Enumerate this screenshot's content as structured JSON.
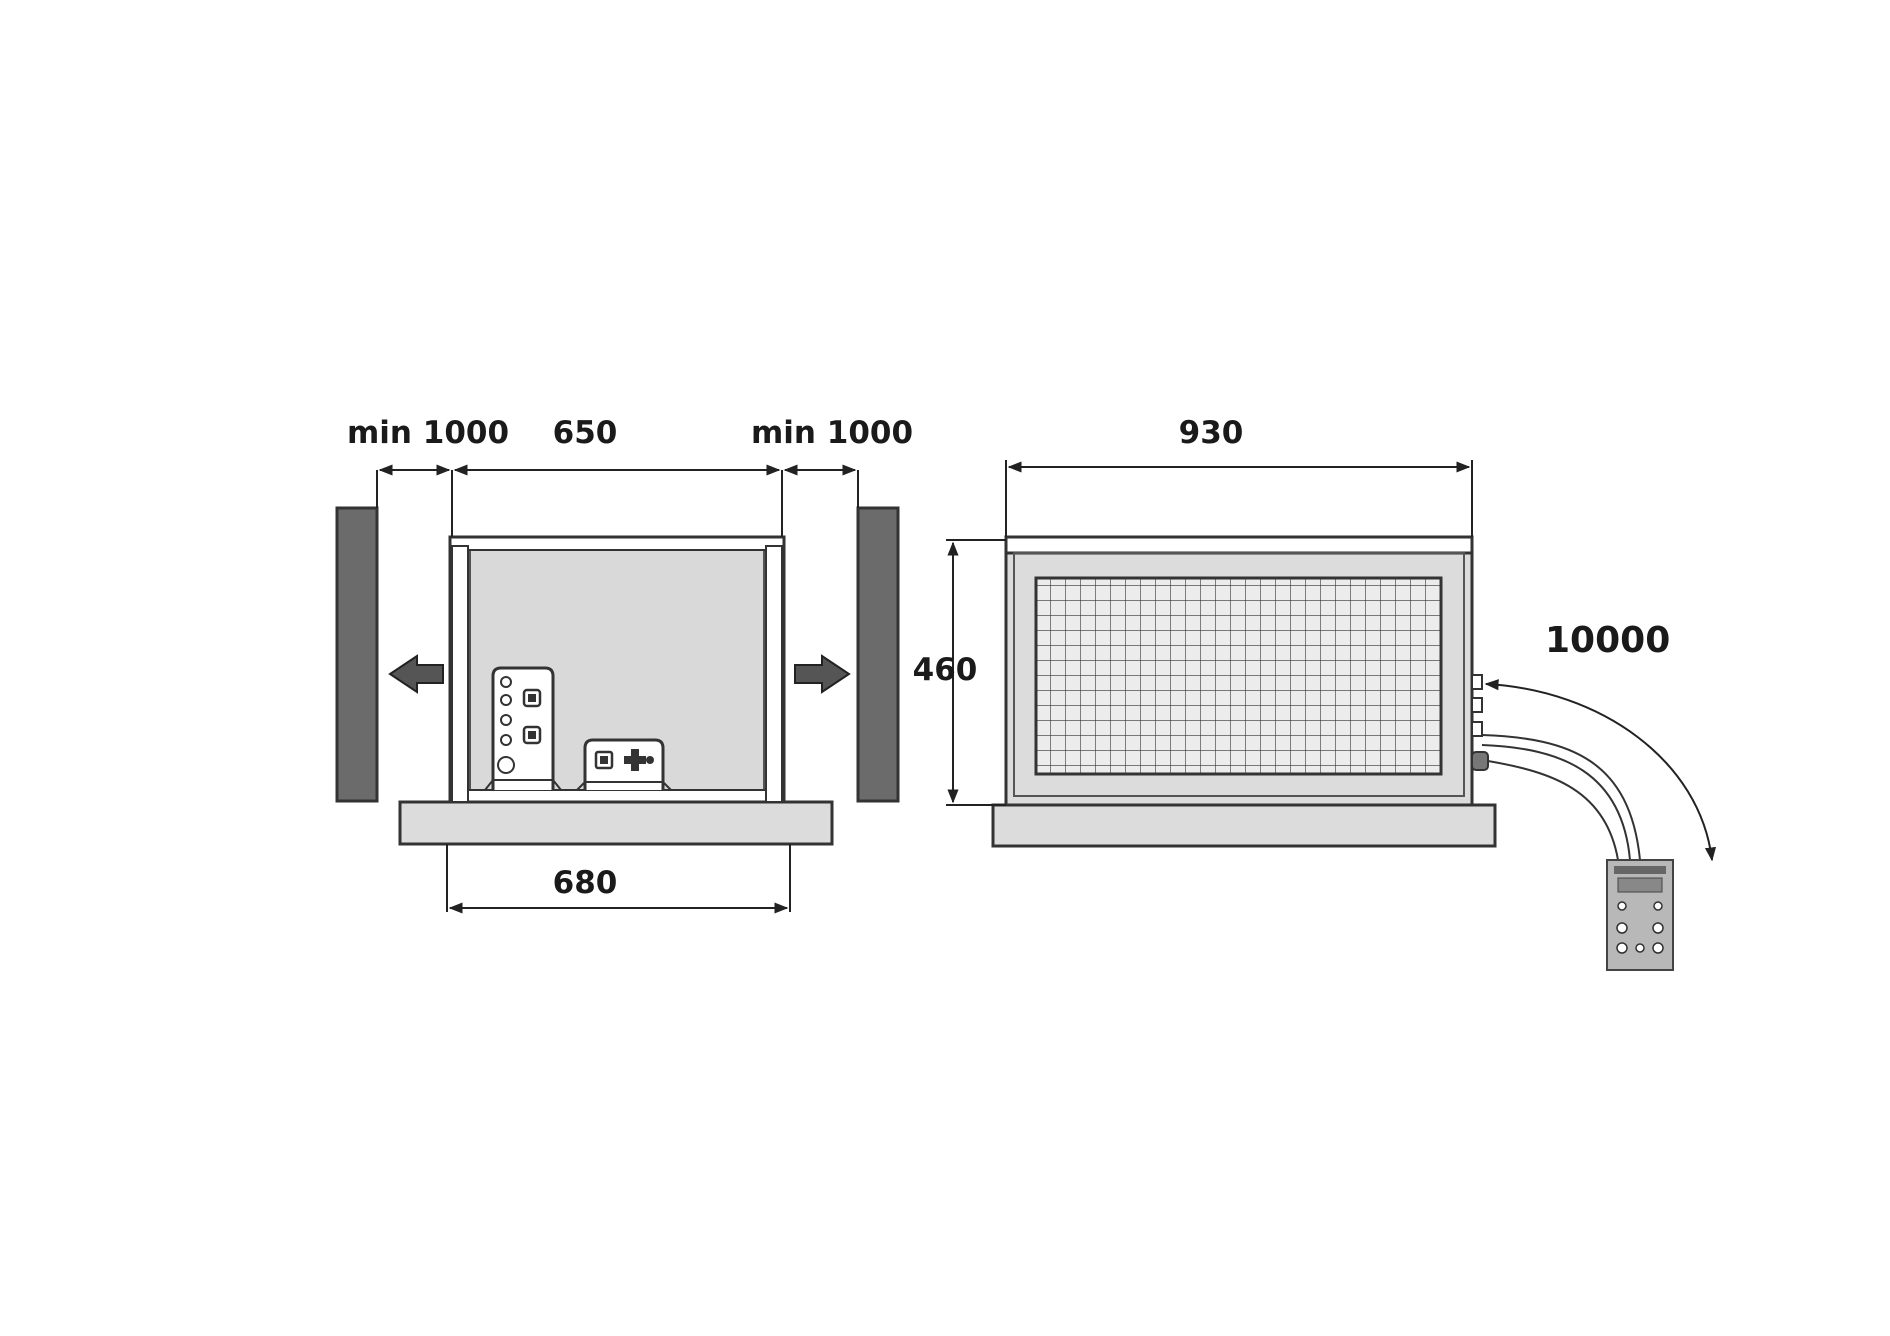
{
  "diagram": {
    "front_view": {
      "clearance_left": "min 1000",
      "width_top": "650",
      "clearance_right": "min 1000",
      "base_width": "680"
    },
    "side_view": {
      "length_top": "930",
      "height": "460",
      "cable_length": "10000"
    }
  },
  "colors": {
    "wall": "#6b6b6b",
    "panel": "#d9d9d9",
    "base": "#dcdcdc",
    "outline": "#333333",
    "dimension": "#222222"
  }
}
